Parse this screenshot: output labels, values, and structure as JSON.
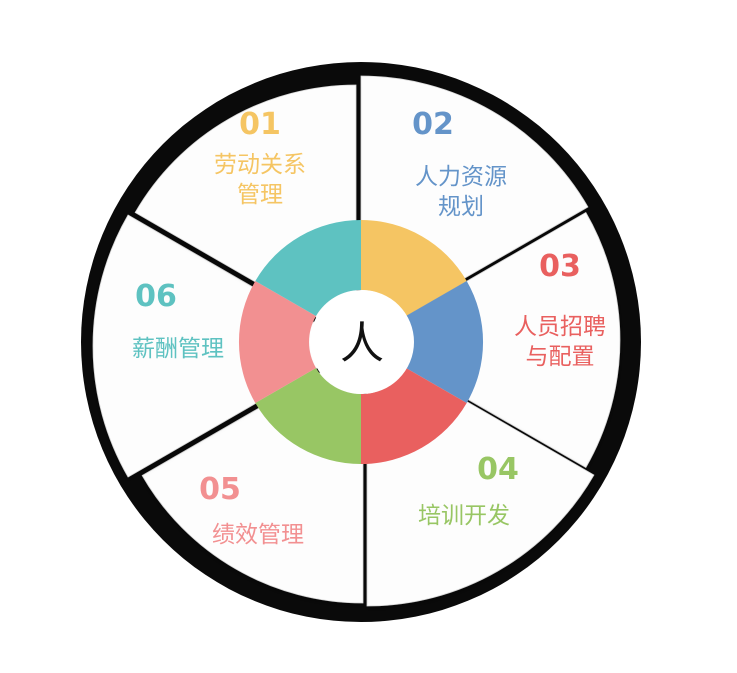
{
  "center": {
    "text": "人"
  },
  "segments": [
    {
      "number": "01",
      "lines": [
        "劳动关系",
        "管理"
      ],
      "color": "#F5C563"
    },
    {
      "number": "02",
      "lines": [
        "人力资源",
        "规划"
      ],
      "color": "#6494C9"
    },
    {
      "number": "03",
      "lines": [
        "人员招聘",
        "与配置"
      ],
      "color": "#E9605F"
    },
    {
      "number": "04",
      "lines": [
        "培训开发"
      ],
      "color": "#98C664"
    },
    {
      "number": "05",
      "lines": [
        "绩效管理"
      ],
      "color": "#F29091"
    },
    {
      "number": "06",
      "lines": [
        "薪酬管理"
      ],
      "color": "#5EC2C1"
    }
  ]
}
